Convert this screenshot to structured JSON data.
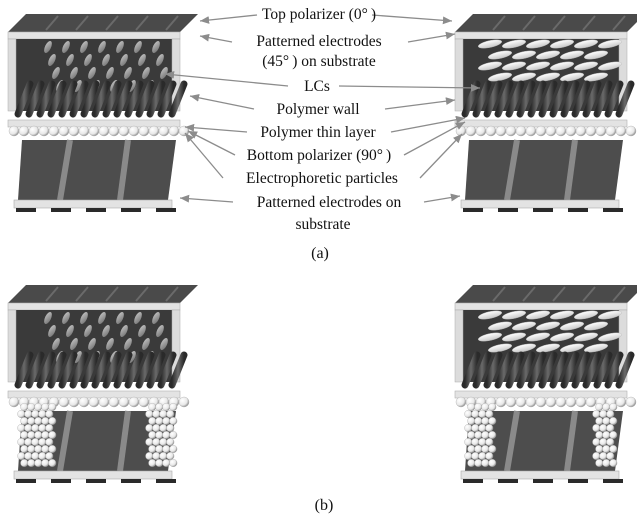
{
  "labels": {
    "top_polarizer": "Top polarizer (0° )",
    "patterned_electrodes_top_l1": "Patterned electrodes",
    "patterned_electrodes_top_l2": "(45° ) on substrate",
    "lcs": "LCs",
    "polymer_wall": "Polymer wall",
    "polymer_thin_layer": "Polymer thin layer",
    "bottom_polarizer": "Bottom polarizer (90° )",
    "electrophoretic_particles": "Electrophoretic particles",
    "patterned_electrodes_bottom_l1": "Patterned electrodes on",
    "patterned_electrodes_bottom_l2": "substrate"
  },
  "panel_tags": {
    "a": "(a)",
    "b": "(b)"
  },
  "colors": {
    "dark_plate": "#4a4a4a",
    "frame": "#e3e3e3",
    "rod": "#3c3c3c",
    "lc": "#9a9a9a",
    "lc_bright": "#f2f2f2",
    "arrow": "#8c8c8c"
  }
}
